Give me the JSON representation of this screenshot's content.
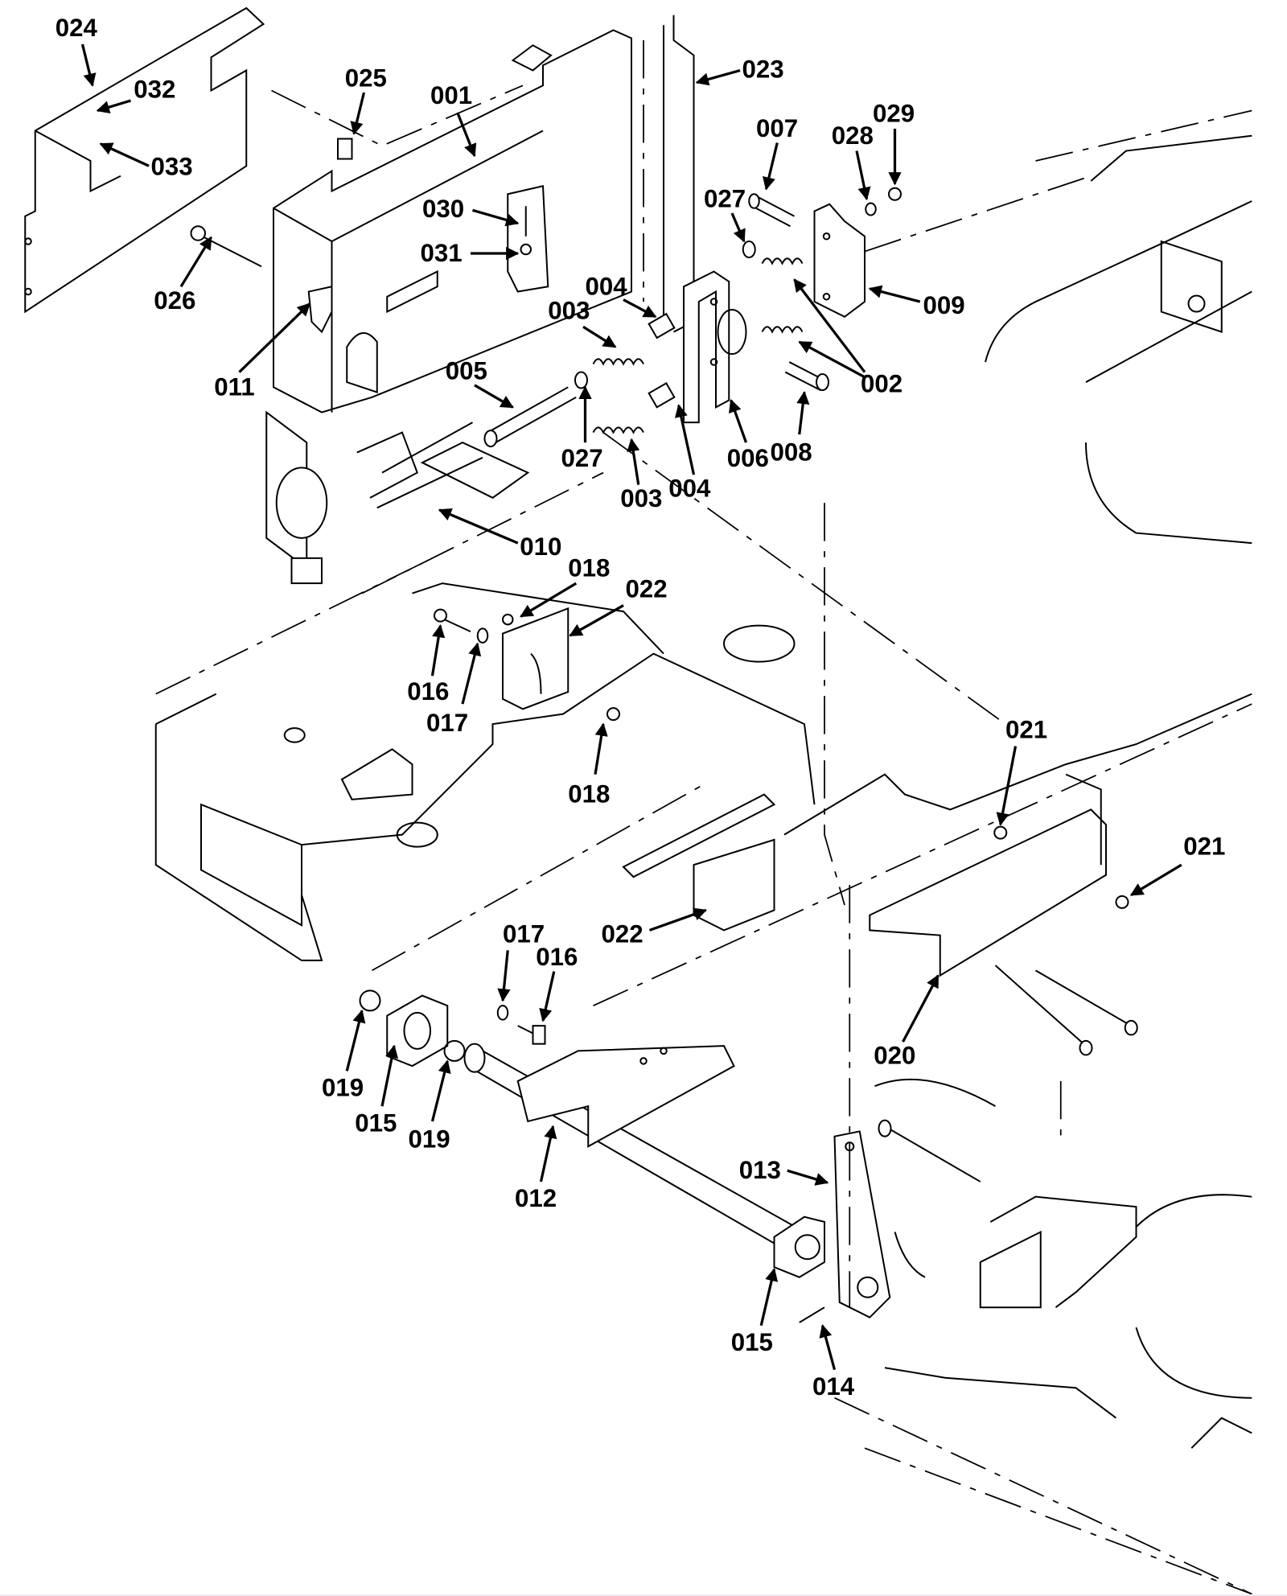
{
  "diagram": {
    "type": "exploded-parts-view",
    "callouts": [
      {
        "id": "024",
        "label": "024"
      },
      {
        "id": "032",
        "label": "032"
      },
      {
        "id": "033",
        "label": "033"
      },
      {
        "id": "025",
        "label": "025"
      },
      {
        "id": "001",
        "label": "001"
      },
      {
        "id": "023",
        "label": "023"
      },
      {
        "id": "007",
        "label": "007"
      },
      {
        "id": "028",
        "label": "028"
      },
      {
        "id": "029",
        "label": "029"
      },
      {
        "id": "030",
        "label": "030"
      },
      {
        "id": "031",
        "label": "031"
      },
      {
        "id": "026",
        "label": "026"
      },
      {
        "id": "027a",
        "label": "027"
      },
      {
        "id": "009",
        "label": "009"
      },
      {
        "id": "004a",
        "label": "004"
      },
      {
        "id": "003a",
        "label": "003"
      },
      {
        "id": "002",
        "label": "002"
      },
      {
        "id": "011",
        "label": "011"
      },
      {
        "id": "005",
        "label": "005"
      },
      {
        "id": "027b",
        "label": "027"
      },
      {
        "id": "006",
        "label": "006"
      },
      {
        "id": "008",
        "label": "008"
      },
      {
        "id": "003b",
        "label": "003"
      },
      {
        "id": "004b",
        "label": "004"
      },
      {
        "id": "010",
        "label": "010"
      },
      {
        "id": "018a",
        "label": "018"
      },
      {
        "id": "022a",
        "label": "022"
      },
      {
        "id": "016a",
        "label": "016"
      },
      {
        "id": "017a",
        "label": "017"
      },
      {
        "id": "018b",
        "label": "018"
      },
      {
        "id": "021a",
        "label": "021"
      },
      {
        "id": "021b",
        "label": "021"
      },
      {
        "id": "022b",
        "label": "022"
      },
      {
        "id": "017b",
        "label": "017"
      },
      {
        "id": "016b",
        "label": "016"
      },
      {
        "id": "020",
        "label": "020"
      },
      {
        "id": "019a",
        "label": "019"
      },
      {
        "id": "015a",
        "label": "015"
      },
      {
        "id": "019b",
        "label": "019"
      },
      {
        "id": "012",
        "label": "012"
      },
      {
        "id": "013",
        "label": "013"
      },
      {
        "id": "015b",
        "label": "015"
      },
      {
        "id": "014",
        "label": "014"
      }
    ],
    "colors": {
      "ink": "#000000",
      "paper": "#ffffff"
    }
  }
}
